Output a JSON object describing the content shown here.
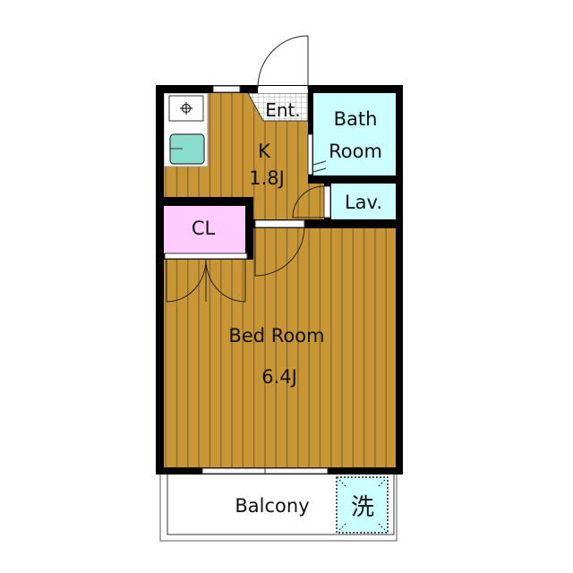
{
  "rooms": {
    "entrance": {
      "label": "Ent."
    },
    "kitchen": {
      "label": "K",
      "size": "1.8J"
    },
    "bath": {
      "label_line1": "Bath",
      "label_line2": "Room"
    },
    "lavatory": {
      "label": "Lav."
    },
    "closet": {
      "label": "CL"
    },
    "bedroom": {
      "label": "Bed Room",
      "size": "6.4J"
    },
    "balcony": {
      "label": "Balcony",
      "laundry": "洗"
    }
  },
  "colors": {
    "floor": "#c99635",
    "floor_stripe": "#8f6d33",
    "wall": "#000000",
    "bath": "#ccffff",
    "closet": "#ffccff",
    "sink": "#88ddcc"
  }
}
